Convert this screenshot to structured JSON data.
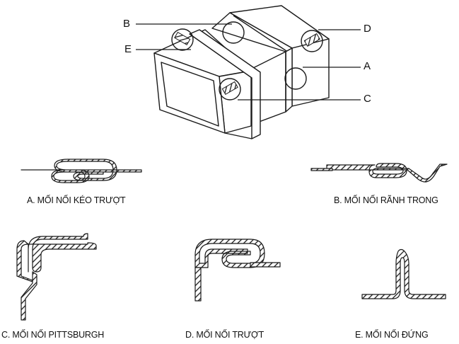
{
  "callouts": [
    "A",
    "B",
    "C",
    "D",
    "E"
  ],
  "captions": {
    "a": "A. MỐI NỐI KÉO TRƯỢT",
    "b": "B. MỐI NỐI RÃNH TRONG",
    "c": "C. MỐI NỐI PITTSBURGH",
    "d": "D. MỐI NỐI TRƯỢT",
    "e": "E. MỐI NỐI ĐỨNG"
  },
  "colors": {
    "ink": "#1a1a1a",
    "paper": "#ffffff"
  }
}
